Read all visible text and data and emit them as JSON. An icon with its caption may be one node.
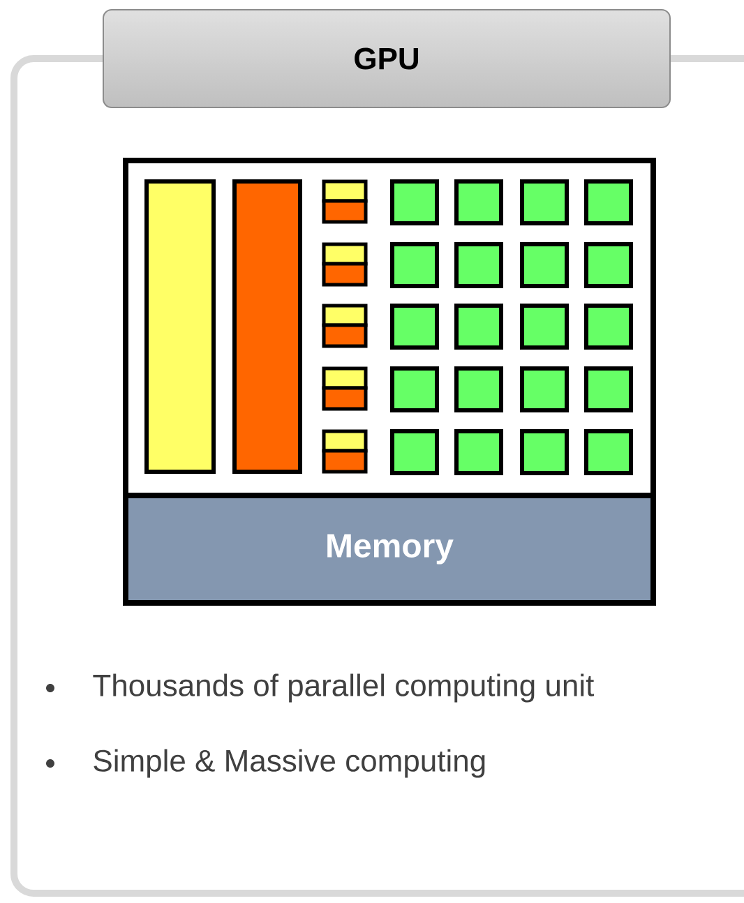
{
  "diagram": {
    "nodes": [
      {
        "text": [
          "GPU"
        ]
      },
      {
        "text": [
          "Memory"
        ]
      }
    ],
    "labels": [
      "Thousands of parallel computing unit",
      "Simple & Massive computing"
    ]
  }
}
